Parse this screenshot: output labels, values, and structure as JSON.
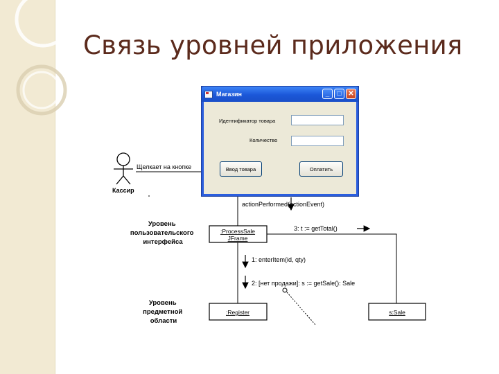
{
  "slide": {
    "title": "Связь уровней приложения"
  },
  "form": {
    "title": "Магазин",
    "controls": {
      "minimize": "_",
      "maximize": "□",
      "close": "✕"
    },
    "item_id_label": "Идентификатор товара",
    "quantity_label": "Количество",
    "enter_item_button": "Ввод товара",
    "pay_button": "Оплатить"
  },
  "diagram": {
    "actor_name": "Кассир",
    "actor_action": "Щелкает на кнопке",
    "ui_layer_label": [
      "Уровень",
      "пользовательского",
      "интерфейса"
    ],
    "domain_layer_label": [
      "Уровень",
      "предметной",
      "области"
    ],
    "process_sale_box": [
      ":ProcessSale",
      "JFrame"
    ],
    "register_box": ":Register",
    "sale_box": "s:Sale",
    "msg_action_performed": "actionPerformed(actionEvent)",
    "msg_get_total": "3: t := getTotal()",
    "msg_enter_item": "1: enterItem(id, qty)",
    "msg_get_sale": "2: [нет продажи]: s := getSale(): Sale"
  },
  "colors": {
    "title": "#5b2a1c",
    "side_strip": "#f2ead3",
    "window_frame": "#2b5ede"
  }
}
